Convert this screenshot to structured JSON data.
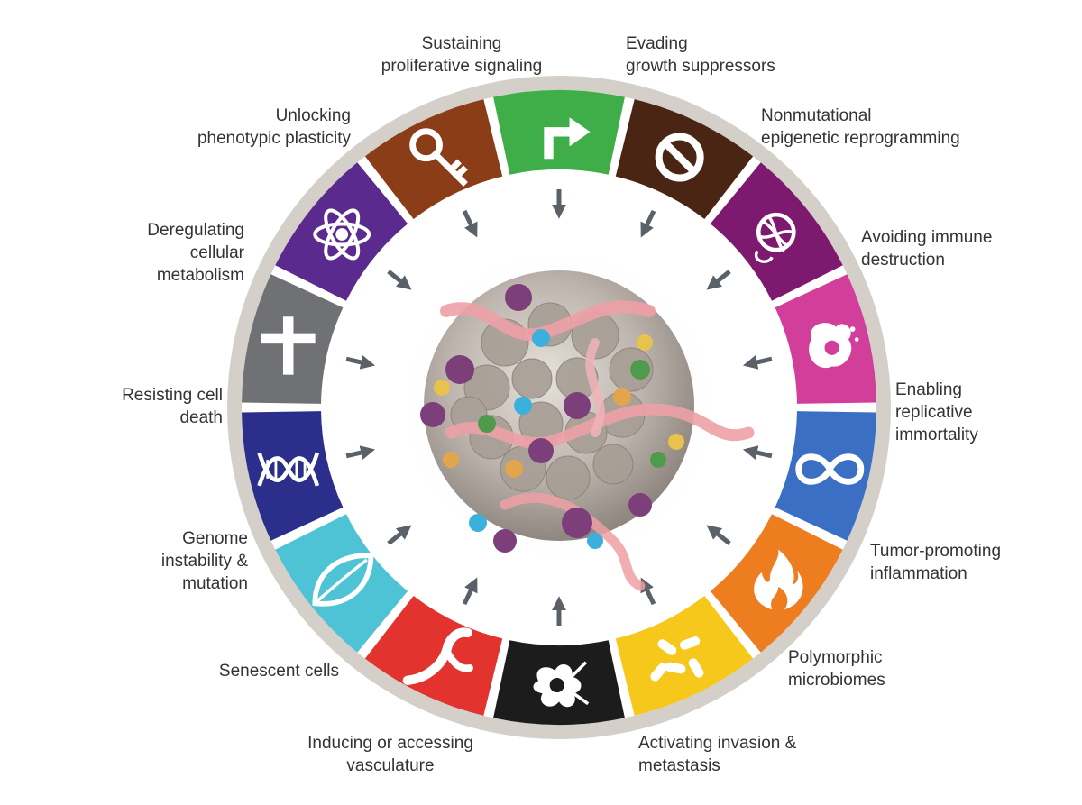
{
  "colors": {
    "ring": "#d4cfc9",
    "inner": "#ffffff",
    "arrow": "#5b6168",
    "text": "#333333"
  },
  "hallmarks": [
    {
      "key": "proliferative",
      "label": "Sustaining\nproliferative signaling",
      "color": "#3fae49",
      "icon": "bent-arrow-icon"
    },
    {
      "key": "growth-suppressors",
      "label": "Evading\ngrowth suppressors",
      "color": "#4a2514",
      "icon": "prohibition-icon"
    },
    {
      "key": "epigenetic",
      "label": "Nonmutational\nepigenetic reprogramming",
      "color": "#7d1a6f",
      "icon": "chromatin-icon"
    },
    {
      "key": "immune",
      "label": "Avoiding immune\ndestruction",
      "color": "#d23f9b",
      "icon": "immune-cell-icon"
    },
    {
      "key": "immortality",
      "label": "Enabling\nreplicative\nimmortality",
      "color": "#3a6fc4",
      "icon": "infinity-icon"
    },
    {
      "key": "inflammation",
      "label": "Tumor-promoting\ninflammation",
      "color": "#ee7d1f",
      "icon": "flame-icon"
    },
    {
      "key": "microbiomes",
      "label": "Polymorphic\nmicrobiomes",
      "color": "#f6c81c",
      "icon": "bacteria-icon"
    },
    {
      "key": "invasion",
      "label": "Activating invasion &\nmetastasis",
      "color": "#1c1c1c",
      "icon": "invasive-cell-icon"
    },
    {
      "key": "vasculature",
      "label": "Inducing or accessing\nvasculature",
      "color": "#e2332e",
      "icon": "blood-vessel-icon"
    },
    {
      "key": "senescent",
      "label": "Senescent cells",
      "color": "#4fc3d6",
      "icon": "leaf-icon"
    },
    {
      "key": "genome",
      "label": "Genome\ninstability &\nmutation",
      "color": "#2b2e8a",
      "icon": "dna-icon"
    },
    {
      "key": "cell-death",
      "label": "Resisting cell\ndeath",
      "color": "#707174",
      "icon": "cross-icon"
    },
    {
      "key": "metabolism",
      "label": "Deregulating\ncellular\nmetabolism",
      "color": "#5b2a8e",
      "icon": "atom-icon"
    },
    {
      "key": "plasticity",
      "label": "Unlocking\nphenotypic plasticity",
      "color": "#8a3d17",
      "icon": "key-icon"
    }
  ],
  "center": {
    "icon": "tumor-microenvironment-icon"
  }
}
